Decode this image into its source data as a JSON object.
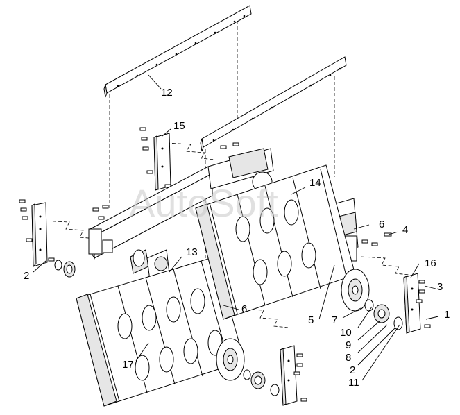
{
  "watermark": "AutoSoft",
  "callouts": [
    "12",
    "15",
    "14",
    "6",
    "4",
    "16",
    "3",
    "1",
    "2",
    "13",
    "6",
    "5",
    "7",
    "10",
    "9",
    "8",
    "2",
    "11",
    "17"
  ]
}
